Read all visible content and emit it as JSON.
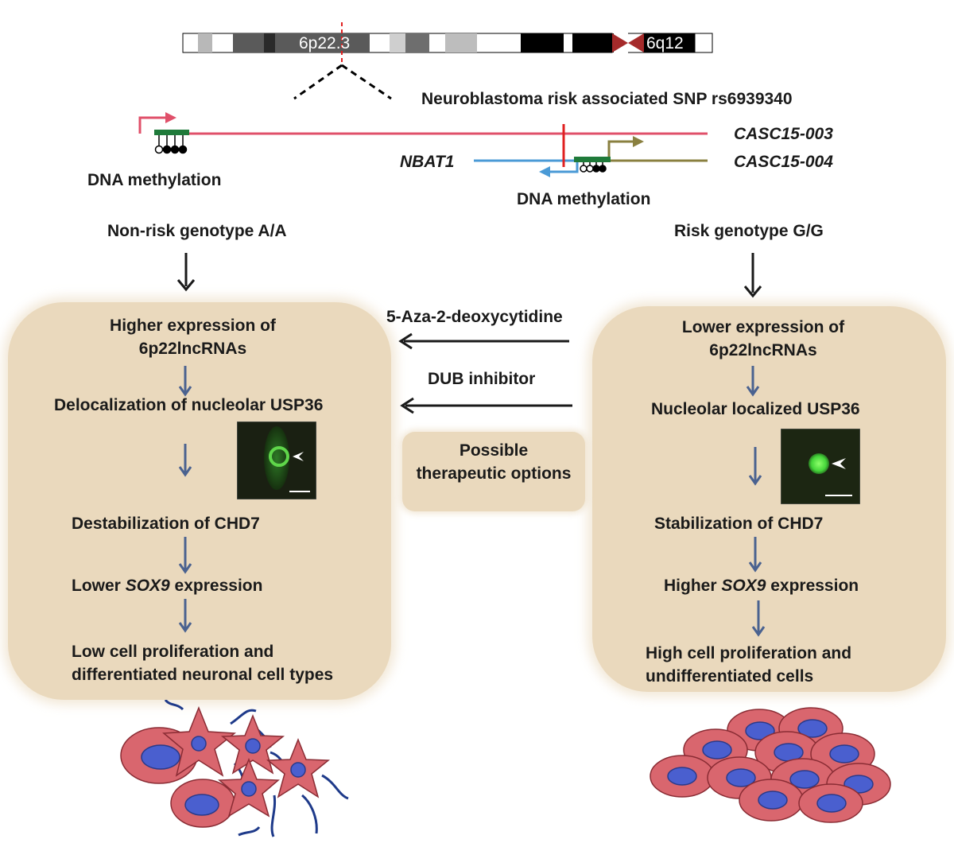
{
  "chromosome": {
    "band_left": "6p22.3",
    "band_right": "6q12"
  },
  "snp_label": "Neuroblastoma risk associated SNP rs6939340",
  "transcripts": {
    "casc15_003": "CASC15-003",
    "casc15_004": "CASC15-004",
    "nbat1": "NBAT1"
  },
  "methylation_left": "DNA methylation",
  "methylation_right": "DNA methylation",
  "left": {
    "genotype": "Non-risk genotype A/A",
    "expression_line1": "Higher expression of",
    "expression_line2": "6p22lncRNAs",
    "usp36": "Delocalization of nucleolar USP36",
    "chd7": "Destabilization of CHD7",
    "sox9_prefix": "Lower ",
    "sox9_gene": "SOX9",
    "sox9_suffix": " expression",
    "outcome_line1": "Low cell proliferation and",
    "outcome_line2": "differentiated neuronal cell types"
  },
  "right": {
    "genotype": "Risk genotype G/G",
    "expression_line1": "Lower expression of",
    "expression_line2": "6p22lncRNAs",
    "usp36": "Nucleolar  localized USP36",
    "chd7": "Stabilization of CHD7",
    "sox9_prefix": "Higher ",
    "sox9_gene": "SOX9",
    "sox9_suffix": " expression",
    "outcome_line1": "High cell proliferation and",
    "outcome_line2": "undifferentiated cells"
  },
  "middle": {
    "drug1": "5-Aza-2-deoxycytidine",
    "drug2": "DUB inhibitor",
    "options_line1": "Possible",
    "options_line2": "therapeutic options"
  },
  "colors": {
    "box_fill": "#ead9bd",
    "casc15_003_line": "#e0506a",
    "nbat1_line": "#4a9ad6",
    "casc15_004_line": "#8a8040",
    "snp_mark": "#e02020",
    "cpg_bar": "#1f7a3a",
    "flow_arrow": "#4a6290",
    "cell_body": "#d9666e",
    "cell_nucleus": "#4a5fcf",
    "neurite": "#1e3a8a"
  }
}
